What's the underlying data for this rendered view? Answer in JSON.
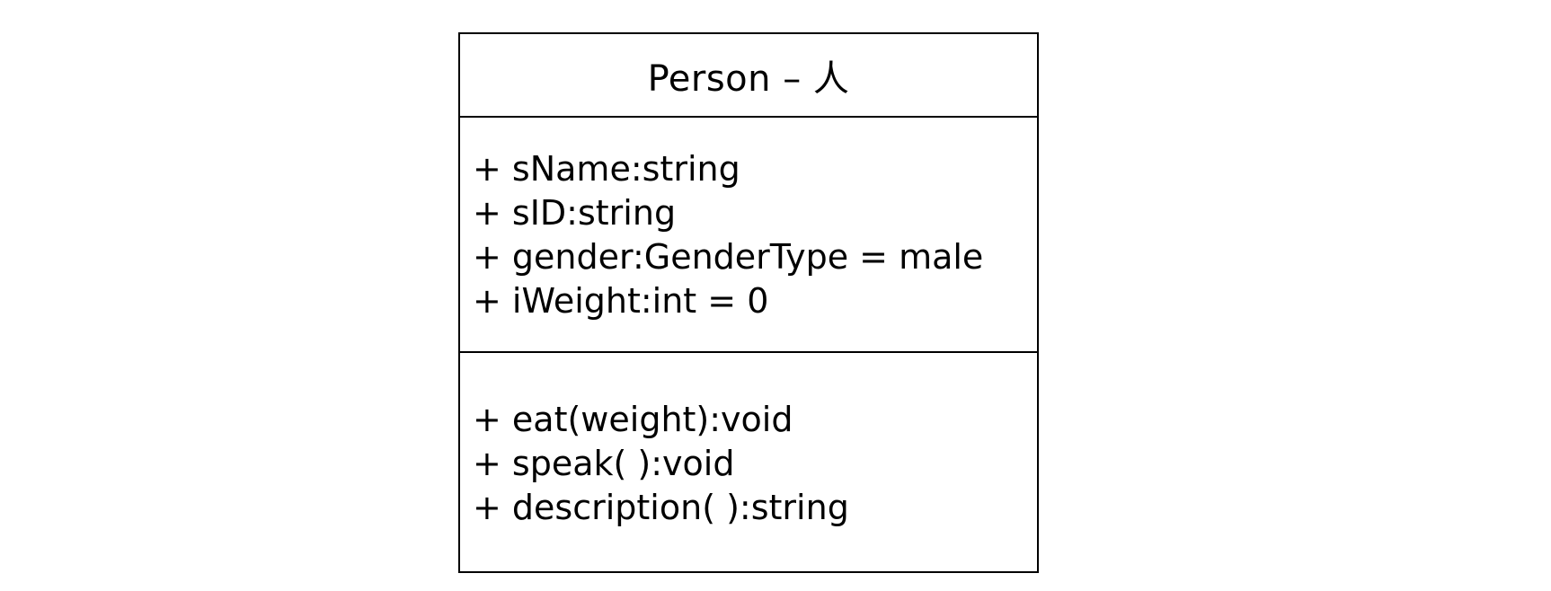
{
  "class": {
    "title": "Person – 人",
    "attributes": [
      "+ sName:string",
      "+ sID:string",
      "+ gender:GenderType = male",
      "+ iWeight:int = 0"
    ],
    "operations": [
      "+ eat(weight):void",
      "+ speak( ):void",
      "+ description( ):string"
    ]
  }
}
